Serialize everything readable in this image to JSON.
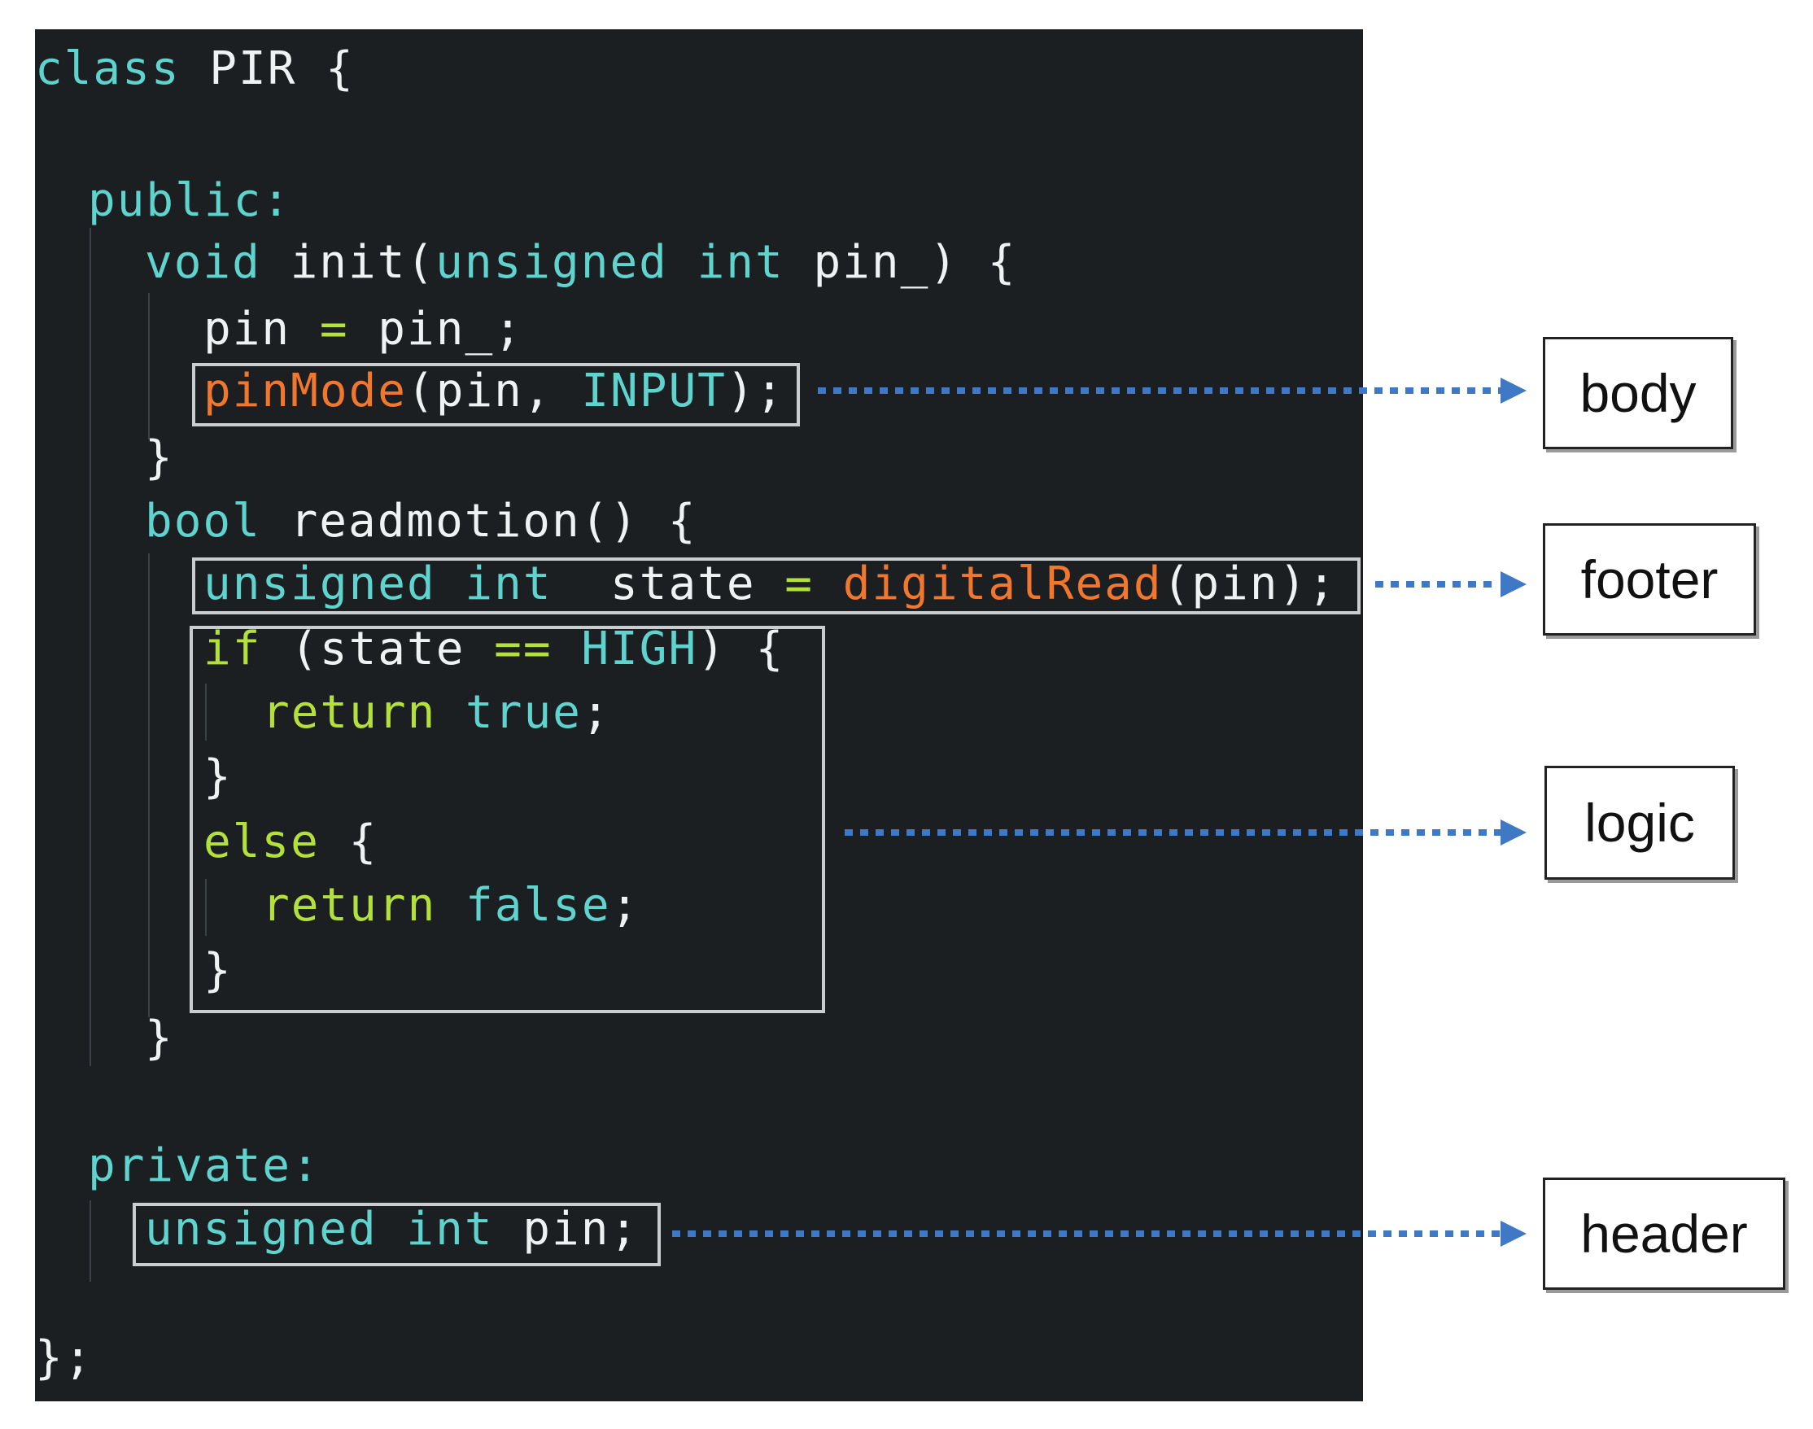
{
  "code": {
    "lines": [
      {
        "tokens": [
          {
            "t": "class",
            "k": "keyword"
          },
          {
            "t": " PIR {",
            "k": "plain"
          }
        ]
      },
      {
        "tokens": [
          {
            "t": "public:",
            "k": "keyword"
          }
        ]
      },
      {
        "tokens": [
          {
            "t": "void",
            "k": "keyword"
          },
          {
            "t": " init(",
            "k": "plain"
          },
          {
            "t": "unsigned int",
            "k": "keyword"
          },
          {
            "t": " pin_) {",
            "k": "plain"
          }
        ]
      },
      {
        "tokens": [
          {
            "t": "pin ",
            "k": "plain"
          },
          {
            "t": "=",
            "k": "op"
          },
          {
            "t": " pin_;",
            "k": "plain"
          }
        ]
      },
      {
        "tokens": [
          {
            "t": "pinMode",
            "k": "call"
          },
          {
            "t": "(pin, ",
            "k": "plain"
          },
          {
            "t": "INPUT",
            "k": "constant"
          },
          {
            "t": ");",
            "k": "plain"
          }
        ]
      },
      {
        "tokens": [
          {
            "t": "}",
            "k": "plain"
          }
        ]
      },
      {
        "tokens": [
          {
            "t": "bool",
            "k": "keyword"
          },
          {
            "t": " readmotion() {",
            "k": "plain"
          }
        ]
      },
      {
        "tokens": [
          {
            "t": "unsigned int",
            "k": "keyword"
          },
          {
            "t": "  state ",
            "k": "plain"
          },
          {
            "t": "=",
            "k": "op"
          },
          {
            "t": " ",
            "k": "plain"
          },
          {
            "t": "digitalRead",
            "k": "call"
          },
          {
            "t": "(pin);",
            "k": "plain"
          }
        ]
      },
      {
        "tokens": [
          {
            "t": "if",
            "k": "control"
          },
          {
            "t": " (state ",
            "k": "plain"
          },
          {
            "t": "==",
            "k": "op"
          },
          {
            "t": " ",
            "k": "plain"
          },
          {
            "t": "HIGH",
            "k": "constant"
          },
          {
            "t": ") {",
            "k": "plain"
          }
        ]
      },
      {
        "tokens": [
          {
            "t": "return",
            "k": "control"
          },
          {
            "t": " ",
            "k": "plain"
          },
          {
            "t": "true",
            "k": "keyword"
          },
          {
            "t": ";",
            "k": "plain"
          }
        ]
      },
      {
        "tokens": [
          {
            "t": "}",
            "k": "plain"
          }
        ]
      },
      {
        "tokens": [
          {
            "t": "else",
            "k": "control"
          },
          {
            "t": " {",
            "k": "plain"
          }
        ]
      },
      {
        "tokens": [
          {
            "t": "return",
            "k": "control"
          },
          {
            "t": " ",
            "k": "plain"
          },
          {
            "t": "false",
            "k": "keyword"
          },
          {
            "t": ";",
            "k": "plain"
          }
        ]
      },
      {
        "tokens": [
          {
            "t": "}",
            "k": "plain"
          }
        ]
      },
      {
        "tokens": [
          {
            "t": "}",
            "k": "plain"
          }
        ]
      },
      {
        "tokens": [
          {
            "t": "private:",
            "k": "keyword"
          }
        ]
      },
      {
        "tokens": [
          {
            "t": "unsigned int",
            "k": "keyword"
          },
          {
            "t": " pin;",
            "k": "plain"
          }
        ]
      },
      {
        "tokens": [
          {
            "t": "};",
            "k": "plain"
          }
        ]
      }
    ]
  },
  "labels": {
    "body": "body",
    "footer": "footer",
    "logic": "logic",
    "header": "header"
  },
  "colors": {
    "panel_background": "#1b1f22",
    "keyword": "#5fd3ce",
    "function_call": "#f0772d",
    "control_flow": "#b4e03c",
    "plain": "#eef2f2",
    "highlight_border": "#c9cdd0",
    "arrow": "#3f78c4"
  }
}
